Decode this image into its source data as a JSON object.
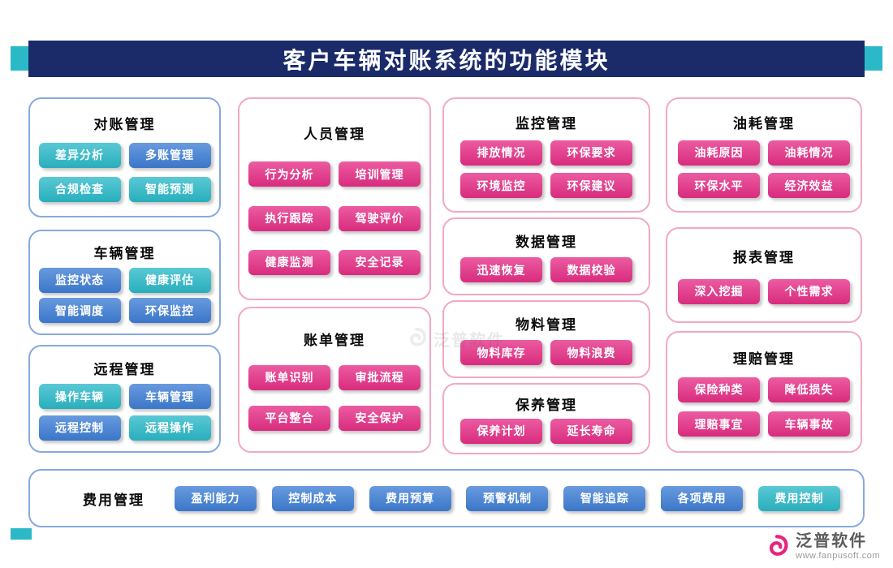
{
  "page_title": "客户车辆对账系统的功能模块",
  "colors": {
    "navy": "#1b2b6a",
    "teal": "#2bb9c8",
    "blue": "#3e7ed5",
    "pink": "#e62e86",
    "card_border_blue": "#86a9e0",
    "card_border_pink": "#f1a9c3"
  },
  "modules": [
    {
      "title": "对账管理",
      "buttons": [
        {
          "label": "差异分析",
          "color": "teal"
        },
        {
          "label": "多账管理",
          "color": "blue"
        },
        {
          "label": "合规检查",
          "color": "teal"
        },
        {
          "label": "智能预测",
          "color": "teal"
        }
      ]
    },
    {
      "title": "车辆管理",
      "buttons": [
        {
          "label": "监控状态",
          "color": "blue"
        },
        {
          "label": "健康评估",
          "color": "teal"
        },
        {
          "label": "智能调度",
          "color": "blue"
        },
        {
          "label": "环保监控",
          "color": "blue"
        }
      ]
    },
    {
      "title": "远程管理",
      "buttons": [
        {
          "label": "操作车辆",
          "color": "teal"
        },
        {
          "label": "车辆管理",
          "color": "blue"
        },
        {
          "label": "远程控制",
          "color": "blue"
        },
        {
          "label": "远程操作",
          "color": "teal"
        }
      ]
    },
    {
      "title": "人员管理",
      "buttons": [
        {
          "label": "行为分析",
          "color": "pink"
        },
        {
          "label": "培训管理",
          "color": "pink"
        },
        {
          "label": "执行跟踪",
          "color": "pink"
        },
        {
          "label": "驾驶评价",
          "color": "pink"
        },
        {
          "label": "健康监测",
          "color": "pink"
        },
        {
          "label": "安全记录",
          "color": "pink"
        }
      ]
    },
    {
      "title": "账单管理",
      "buttons": [
        {
          "label": "账单识别",
          "color": "pink"
        },
        {
          "label": "审批流程",
          "color": "pink"
        },
        {
          "label": "平台整合",
          "color": "pink"
        },
        {
          "label": "安全保护",
          "color": "pink"
        }
      ]
    },
    {
      "title": "监控管理",
      "buttons": [
        {
          "label": "排放情况",
          "color": "pink"
        },
        {
          "label": "环保要求",
          "color": "pink"
        },
        {
          "label": "环境监控",
          "color": "pink"
        },
        {
          "label": "环保建议",
          "color": "pink"
        }
      ]
    },
    {
      "title": "数据管理",
      "buttons": [
        {
          "label": "迅速恢复",
          "color": "pink"
        },
        {
          "label": "数据校验",
          "color": "pink"
        }
      ]
    },
    {
      "title": "物料管理",
      "buttons": [
        {
          "label": "物料库存",
          "color": "pink"
        },
        {
          "label": "物料浪费",
          "color": "pink"
        }
      ]
    },
    {
      "title": "保养管理",
      "buttons": [
        {
          "label": "保养计划",
          "color": "pink"
        },
        {
          "label": "延长寿命",
          "color": "pink"
        }
      ]
    },
    {
      "title": "油耗管理",
      "buttons": [
        {
          "label": "油耗原因",
          "color": "pink"
        },
        {
          "label": "油耗情况",
          "color": "pink"
        },
        {
          "label": "环保水平",
          "color": "pink"
        },
        {
          "label": "经济效益",
          "color": "pink"
        }
      ]
    },
    {
      "title": "报表管理",
      "buttons": [
        {
          "label": "深入挖掘",
          "color": "pink"
        },
        {
          "label": "个性需求",
          "color": "pink"
        }
      ]
    },
    {
      "title": "理赔管理",
      "buttons": [
        {
          "label": "保险种类",
          "color": "pink"
        },
        {
          "label": "降低损失",
          "color": "pink"
        },
        {
          "label": "理赔事宜",
          "color": "pink"
        },
        {
          "label": "车辆事故",
          "color": "pink"
        }
      ]
    },
    {
      "title": "费用管理",
      "buttons": [
        {
          "label": "盈利能力",
          "color": "blue"
        },
        {
          "label": "控制成本",
          "color": "blue"
        },
        {
          "label": "费用预算",
          "color": "blue"
        },
        {
          "label": "预警机制",
          "color": "blue"
        },
        {
          "label": "智能追踪",
          "color": "blue"
        },
        {
          "label": "各项费用",
          "color": "blue"
        },
        {
          "label": "费用控制",
          "color": "teal"
        }
      ]
    }
  ],
  "watermark": {
    "text": "泛普软件"
  },
  "footer": {
    "brand": "泛普软件",
    "website": "www.fanpusoft.com"
  }
}
